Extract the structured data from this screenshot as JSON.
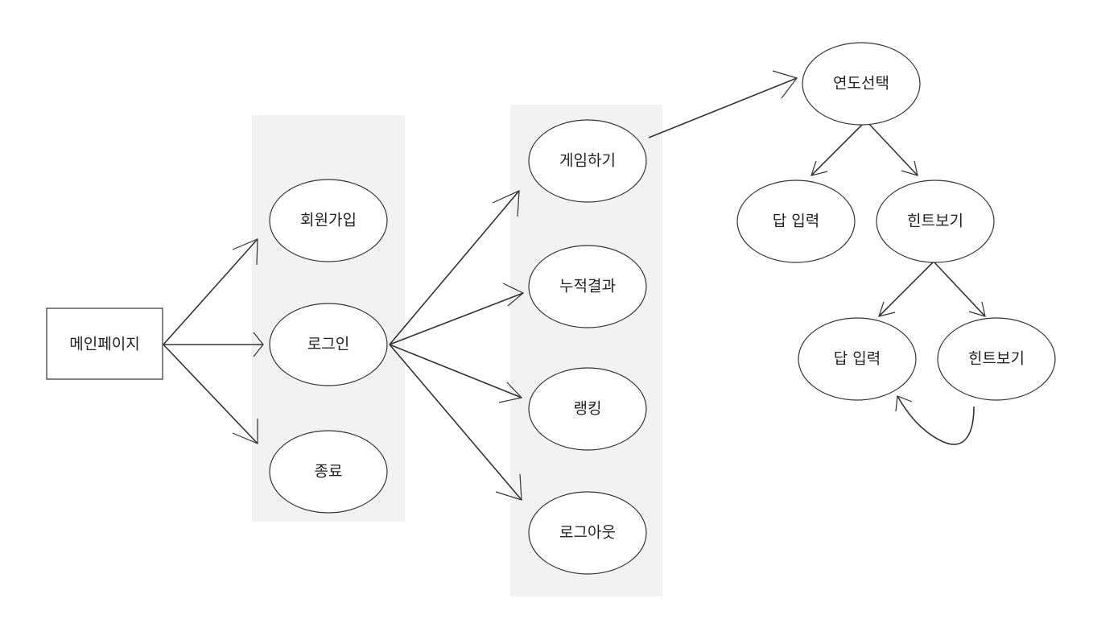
{
  "diagram": {
    "main_page": "메인페이지",
    "menu": {
      "signup": "회원가입",
      "login": "로그인",
      "exit": "종료"
    },
    "logged_in_menu": {
      "play_game": "게임하기",
      "total_results": "누적결과",
      "ranking": "랭킹",
      "logout": "로그아웃"
    },
    "game": {
      "year_select": "연도선택",
      "answer_input_1": "답 입력",
      "hint_view_1": "힌트보기",
      "answer_input_2": "답 입력",
      "hint_view_2": "힌트보기"
    }
  }
}
